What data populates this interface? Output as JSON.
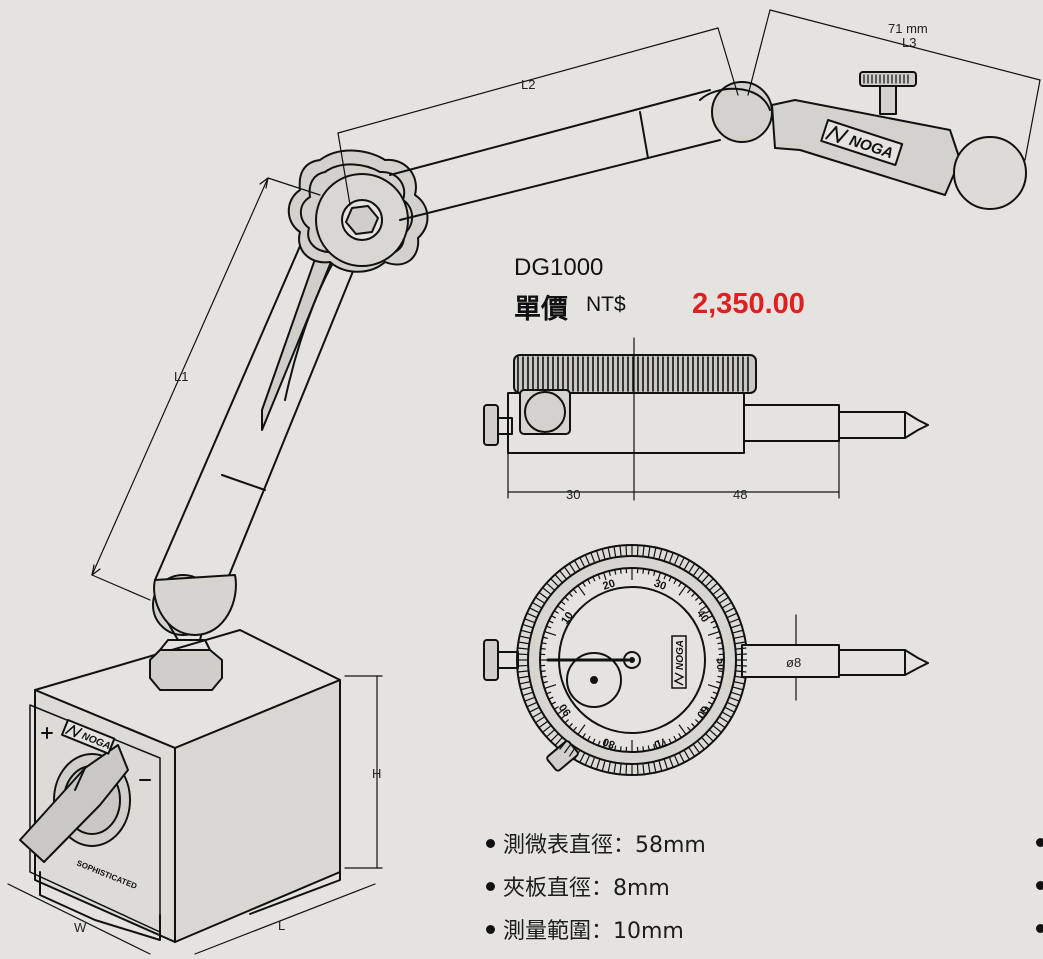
{
  "product": {
    "model": "DG1000",
    "price_label": "單價",
    "currency": "NT$",
    "price": "2,350.00",
    "price_color": "#e02020"
  },
  "dimension_labels": {
    "l1": "L1",
    "l2": "L2",
    "l3": "L3",
    "l3_value": "71 mm",
    "h": "H",
    "w": "W",
    "l": "L",
    "side_left": "30",
    "side_right": "48",
    "stem_diameter": "ø8"
  },
  "brand": {
    "name": "NOGA",
    "base_text": "SOPHISTICATED",
    "plus_sign": "+",
    "minus_sign": "−"
  },
  "dial_numbers": [
    "10",
    "20",
    "30",
    "40",
    "50",
    "60",
    "70",
    "80",
    "90"
  ],
  "specs": [
    {
      "text": "測微表直徑：58mm"
    },
    {
      "text": "夾板直徑：8mm"
    },
    {
      "text": "測量範圍：10mm"
    }
  ],
  "icons": [
    "bullet-dot-icon",
    "noga-logo-icon"
  ]
}
